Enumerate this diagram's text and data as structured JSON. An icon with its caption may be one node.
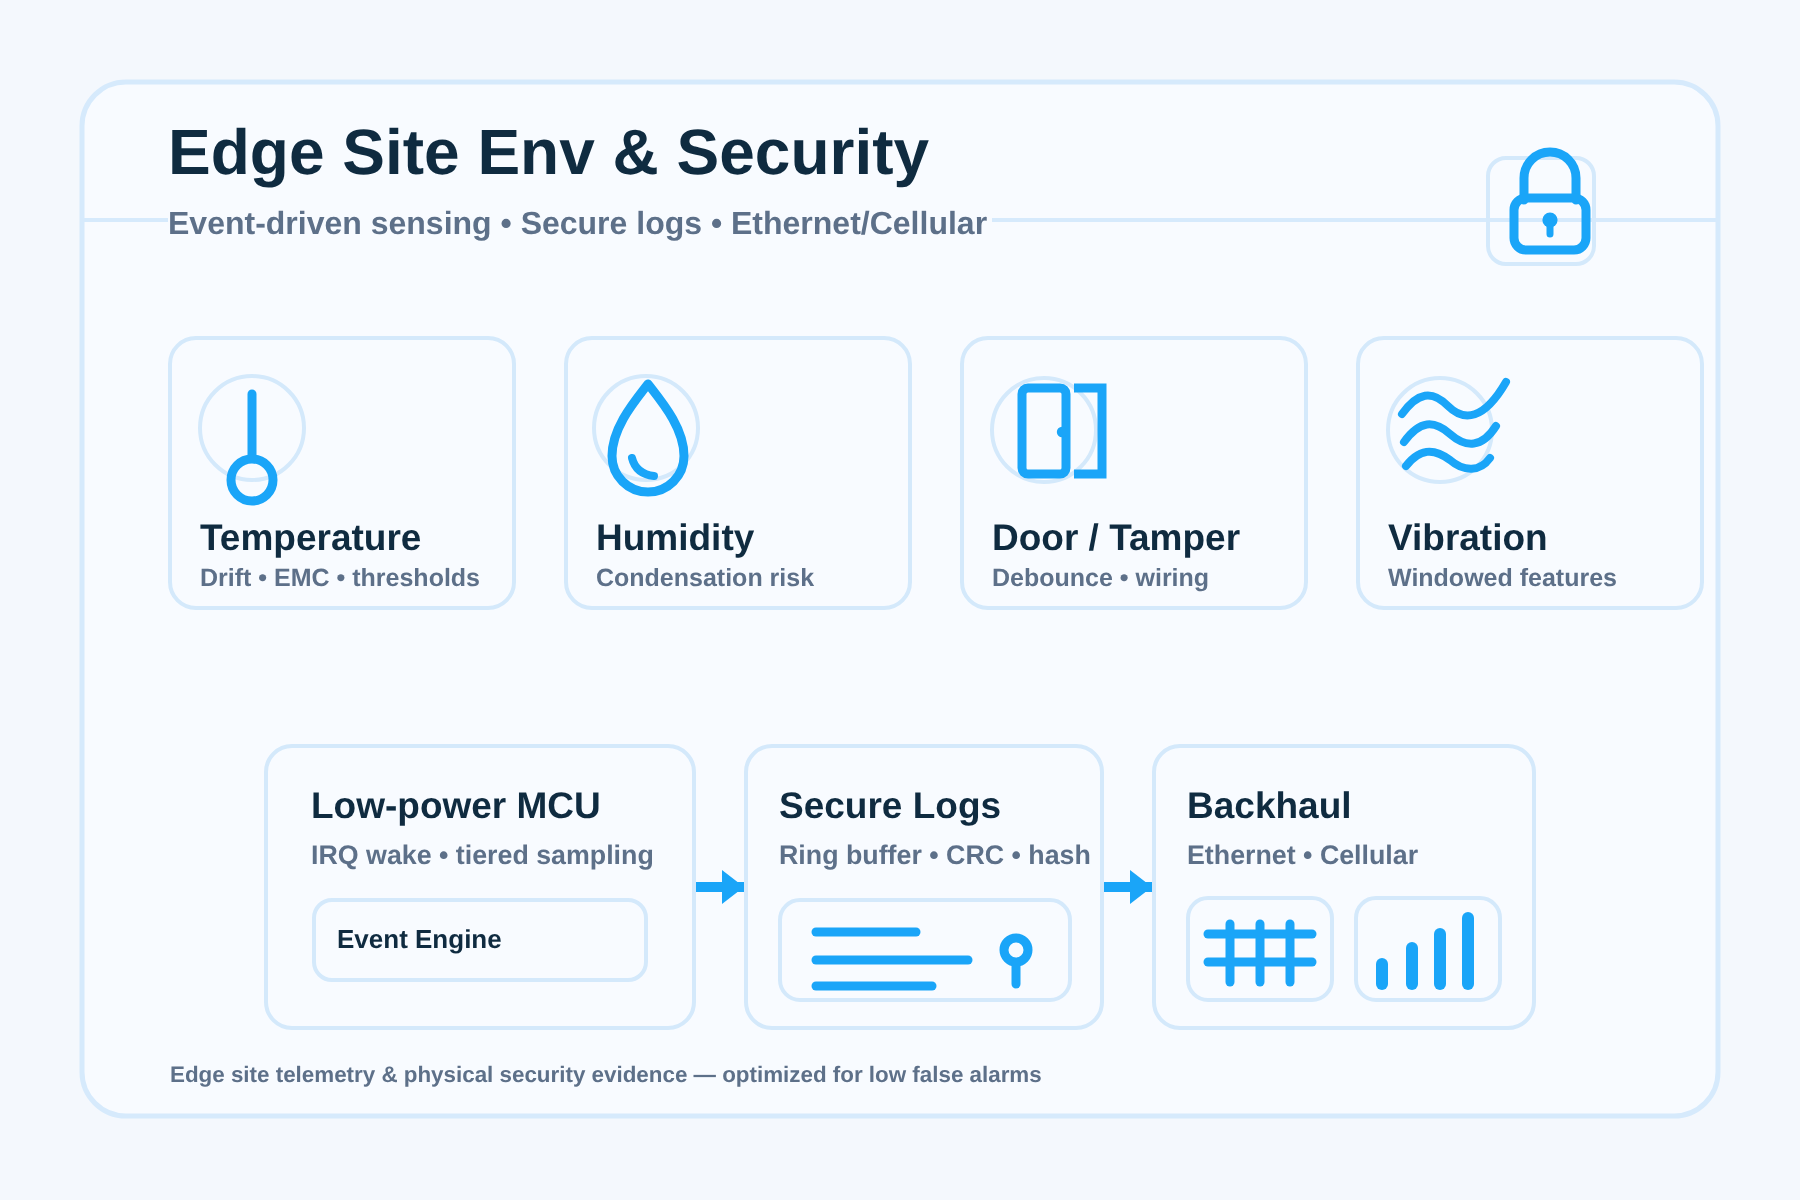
{
  "diagram": {
    "title": "Edge Site Env & Security",
    "caption": "Edge site telemetry & physical security evidence — optimized for low false alarms",
    "nodes": [
      {
        "text": [
          "Temperature",
          "Drift • EMC • thresholds"
        ]
      },
      {
        "text": [
          "Humidity",
          "Condensation risk"
        ]
      },
      {
        "text": [
          "Door / Tamper",
          "Debounce • wiring"
        ]
      },
      {
        "text": [
          "Vibration",
          "Windowed features"
        ]
      },
      {
        "text": [
          "Low-power MCU",
          "IRQ wake • tiered sampling"
        ]
      },
      {
        "text": [
          "Event Engine"
        ],
        "in": 4
      },
      {
        "text": [
          "Secure Logs",
          "Ring buffer • CRC • hash"
        ]
      },
      {
        "text": [
          "Backhaul",
          "Ethernet • Cellular"
        ]
      }
    ],
    "edges": [
      {
        "from": 4,
        "to": 6,
        "arrow": "to"
      },
      {
        "from": 6,
        "to": 7,
        "arrow": "to"
      }
    ],
    "labels": [
      "Event-driven sensing • Secure logs • Ethernet/Cellular"
    ]
  }
}
